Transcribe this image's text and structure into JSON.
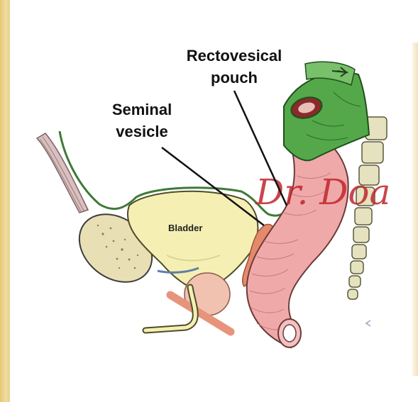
{
  "labels": {
    "rectovesical_line1": "Rectovesical",
    "rectovesical_line2": "pouch",
    "seminal_line1": "Seminal",
    "seminal_line2": "vesicle",
    "bladder": "Bladder"
  },
  "watermark": "Dr. Doa",
  "colors": {
    "peritoneum": "#3f7a36",
    "bladder": "#f5efb3",
    "rectum": "#f0a9a9",
    "pubis": "#e9dfb5",
    "sacrum": "#e6e2c0",
    "watermark": "#c0262d"
  }
}
